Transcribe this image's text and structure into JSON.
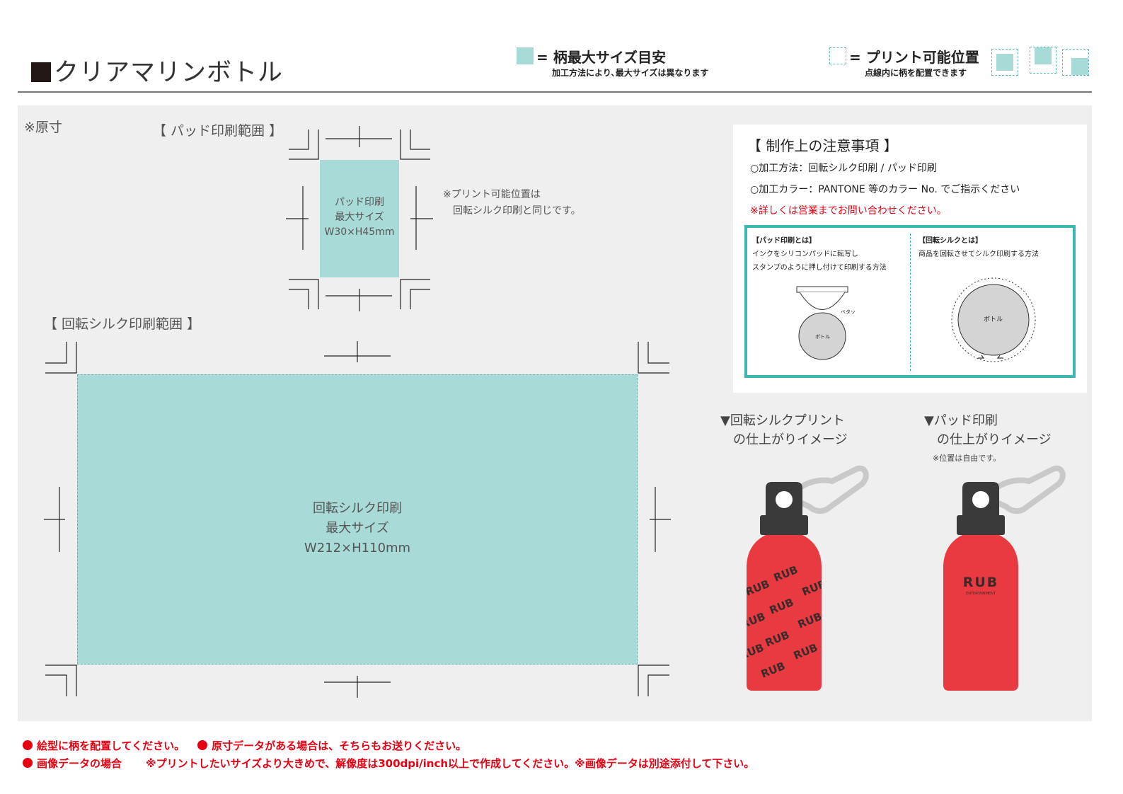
{
  "header": {
    "title": "クリアマリンボトル",
    "legend_max": {
      "label": "= 柄最大サイズ目安",
      "note": "加工方法により､最大サイズは異なります"
    },
    "legend_print": {
      "label": "= プリント可能位置",
      "note": "点線内に柄を配置できます"
    }
  },
  "main": {
    "scale_note": "※原寸",
    "pad": {
      "heading": "【 パッド印刷範囲 】",
      "area_lines": [
        "パッド印刷",
        "最大サイズ",
        "W30×H45mm"
      ],
      "side_note": [
        "※プリント可能位置は",
        "回転シルク印刷と同じです。"
      ]
    },
    "rotary": {
      "heading": "【 回転シルク印刷範囲 】",
      "area_lines": [
        "回転シルク印刷",
        "最大サイズ",
        "W212×H110mm"
      ]
    }
  },
  "caution": {
    "title": "【 制作上の注意事項 】",
    "lines": [
      "○加工方法：回転シルク印刷 / パッド印刷",
      "○加工カラー：PANTONE 等のカラー No. でご指示ください"
    ],
    "red_line": "※詳しくは営業までお問い合わせください。",
    "pad_method": {
      "title": "【パッド印刷とは】",
      "desc": [
        "インクをシリコンパッドに転写し",
        "スタンプのように押し付けて印刷する方法"
      ],
      "pad_label": "ペタッ",
      "bottle_label": "ボトル"
    },
    "rotary_method": {
      "title": "【回転シルクとは】",
      "desc": [
        "商品を回転させてシルク印刷する方法"
      ],
      "bottle_label": "ボトル"
    }
  },
  "images": {
    "rotary_caption": [
      "▼回転シルクプリント",
      "の仕上がりイメージ"
    ],
    "pad_caption": [
      "▼パッド印刷",
      "の仕上がりイメージ"
    ],
    "pad_note": "※位置は自由です。",
    "logo_text": "RUB",
    "logo_sub": "ENTERTAINMENT",
    "colors": {
      "bottle": "#e83a40",
      "cap": "#3a3a3a",
      "carabiner": "#c9c9c9"
    }
  },
  "footer": {
    "line1a": "絵型に柄を配置してください。",
    "line1b": "原寸データがある場合は、そちらもお送りください。",
    "line2a": "画像データの場合",
    "line2b": "※プリントしたいサイズより大きめで、解像度は300dpi/inch以上で作成してください。※画像データは別途添付して下さい。"
  },
  "colors": {
    "max_area": "#a8dad7",
    "panel": "#eeefee",
    "accent": "#3bb7b0",
    "warning": "#e60012"
  }
}
